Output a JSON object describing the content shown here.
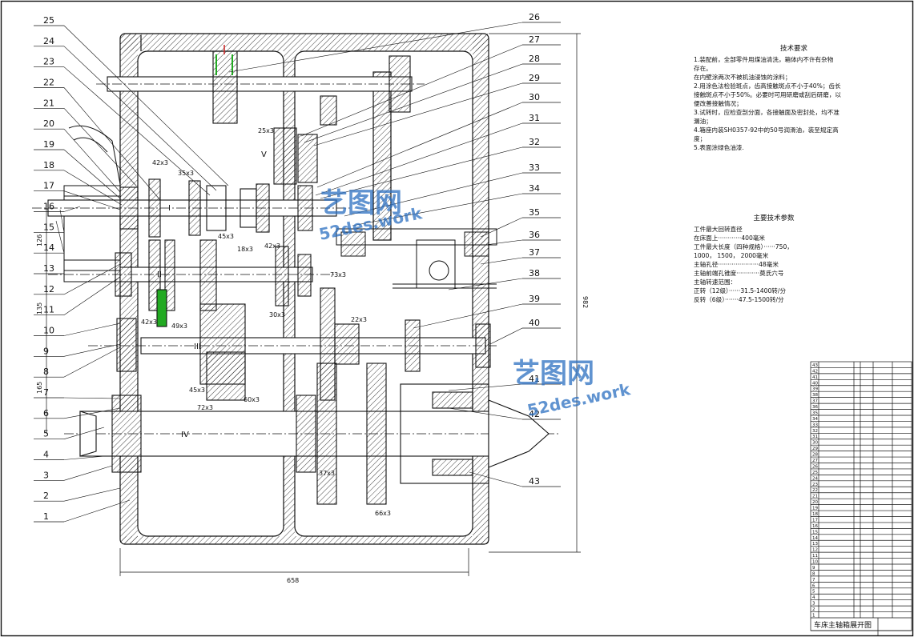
{
  "drawing": {
    "title": "车床主轴箱展开图",
    "watermark": {
      "text_cn": "艺图网",
      "text_url": "52des.work"
    }
  },
  "tech_requirements": {
    "title": "技术要求",
    "lines": [
      "1.装配前，全部零件用煤油清洗，箱体内不许有杂物",
      "存在。",
      "  在内壁涂两次不被机油浸蚀的涂料；",
      "2.用涂色法检验斑点，齿高接触斑点不小于40%；齿长",
      "接触斑点不小于50%。必要时可用研磨或刮后研磨，以",
      "便改善接触情况；",
      "3.试转时，应检查剖分面，各接触面及密封处，均不准",
      "漏油；",
      "4.箱座内装SH0357-92中的50号润滑油，装至规定高",
      "度；",
      "5.表面涂绿色油漆."
    ]
  },
  "main_params": {
    "title": "主要技术参数",
    "lines": [
      "工件最大回转直径",
      "    在床面上············400毫米",
      "工件最大长度（四种规格）······750，",
      "    1000， 1500， 2000毫米",
      "主轴孔径·····················48毫米",
      "主轴前端孔锥度············莫氏六号",
      "主轴转速范围：",
      "    正转（12级）······31.5-1400转/分",
      "    反转（6级）·······47.5-1500转/分"
    ]
  },
  "dimensions": {
    "height": "982",
    "width": "658",
    "d126": "126",
    "d135": "135",
    "d165": "165"
  },
  "shaft_labels": [
    "I",
    "II",
    "III",
    "IV",
    "V"
  ],
  "gear_labels": [
    "42x3",
    "35x3",
    "45x3",
    "42x3",
    "18x3",
    "73x3",
    "42x3",
    "49x3",
    "30x3",
    "22x3",
    "45x3",
    "72x3",
    "60x3",
    "37x3",
    "66x3",
    "25x3"
  ],
  "balloons_left": [
    "25",
    "24",
    "23",
    "22",
    "21",
    "20",
    "19",
    "18",
    "17",
    "16",
    "15",
    "14",
    "13",
    "12",
    "11",
    "10",
    "9",
    "8",
    "7",
    "6",
    "5",
    "4",
    "3",
    "2",
    "1"
  ],
  "balloons_right": [
    "26",
    "27",
    "28",
    "29",
    "30",
    "31",
    "32",
    "33",
    "34",
    "35",
    "36",
    "37",
    "38",
    "39",
    "40",
    "41",
    "42",
    "43"
  ],
  "bom_rows": [
    "43",
    "42",
    "41",
    "40",
    "39",
    "38",
    "37",
    "36",
    "35",
    "34",
    "33",
    "32",
    "31",
    "30",
    "29",
    "28",
    "27",
    "26",
    "25",
    "24",
    "23",
    "22",
    "21",
    "20",
    "19",
    "18",
    "17",
    "16",
    "15",
    "14",
    "13",
    "12",
    "11",
    "10",
    "9",
    "8",
    "7",
    "6",
    "5",
    "4",
    "3",
    "2",
    "1"
  ],
  "colors": {
    "line": "#111111",
    "accent_green": "#22aa22",
    "accent_red": "#cc2222",
    "watermark": "#2b6fc0"
  }
}
